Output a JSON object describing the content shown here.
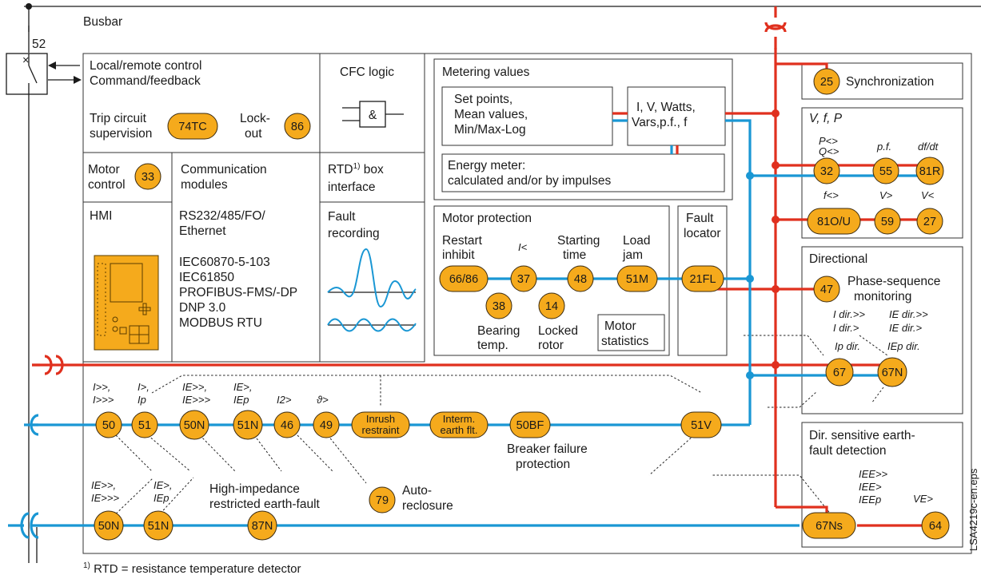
{
  "labels": {
    "busbar": "Busbar",
    "breaker_no": "52",
    "local_remote": "Local/remote control",
    "command_feedback": "Command/feedback",
    "cfc": "CFC logic",
    "trip1": "Trip circuit",
    "trip2": "supervision",
    "lock1": "Lock-",
    "lock2": "out",
    "metering": "Metering values",
    "setpoints1": "Set points,",
    "setpoints2": "Mean values,",
    "setpoints3": "Min/Max-Log",
    "ivw1": "I, V, Watts,",
    "ivw2": "Vars,p.f., f",
    "energy1": "Energy meter:",
    "energy2": "calculated and/or by impulses",
    "sync": "Synchronization",
    "vfp": "V, f, P",
    "pq1": "P<>",
    "pq2": "Q<>",
    "pf": "p.f.",
    "dfdt": "df/dt",
    "fneq": "f<>",
    "vgt": "V>",
    "vlt": "V<",
    "motor_control1": "Motor",
    "motor_control2": "control",
    "comm1": "Communication",
    "comm2": "modules",
    "rtd1": "RTD",
    "rtd_sup": "1)",
    "rtd2": " box",
    "rtd3": "interface",
    "hmi": "HMI",
    "rs232": "RS232/485/FO/",
    "ethernet": "Ethernet",
    "iec1": "IEC60870-5-103",
    "iec2": "IEC61850",
    "profibus": "PROFIBUS-FMS/-DP",
    "dnp": "DNP 3.0",
    "modbus": "MODBUS RTU",
    "fault_rec1": "Fault",
    "fault_rec2": "recording",
    "motor_prot": "Motor protection",
    "restart1": "Restart",
    "restart2": "inhibit",
    "ilt": "I<",
    "start1": "Starting",
    "start2": "time",
    "load1": "Load",
    "load2": "jam",
    "fault_loc1": "Fault",
    "fault_loc2": "locator",
    "bearing1": "Bearing",
    "bearing2": "temp.",
    "locked1": "Locked",
    "locked2": "rotor",
    "motor_stat1": "Motor",
    "motor_stat2": "statistics",
    "directional": "Directional",
    "phase_seq1": "Phase-sequence",
    "phase_seq2": "monitoring",
    "idir1": "I dir.>>",
    "idir2": "I dir.>",
    "iedir1": "IE dir.>>",
    "iedir2": "IE dir.>",
    "ipdir": "Ip dir.",
    "iepdir": "IEp dir.",
    "lbl50a": "I>>,",
    "lbl50b": "I>>>",
    "lbl51a": "I>,",
    "lbl51b": "Ip",
    "lbl50na": "IE>>,",
    "lbl50nb": "IE>>>",
    "lbl51na": "IE>,",
    "lbl51nb": "IEp",
    "lbl46": "I2>",
    "lbl49": "ϑ>",
    "breaker_fail1": "Breaker failure",
    "breaker_fail2": "protection",
    "hi_imp1": "High-impedance",
    "hi_imp2": "restricted earth-fault",
    "auto1": "Auto-",
    "auto2": "reclosure",
    "lbl50n2a": "IE>>,",
    "lbl50n2b": "IE>>>",
    "lbl51n2a": "IE>,",
    "lbl51n2b": "IEp",
    "dir_earth1": "Dir. sensitive earth-",
    "dir_earth2": "fault detection",
    "iee1": "IEE>>",
    "iee2": "IEE>",
    "iee3": "IEEp",
    "ve": "VE>",
    "footnote_sup": "1)",
    "footnote": " RTD = resistance temperature detector",
    "side_code": "LSA4219c-en.eps"
  },
  "nodes": {
    "n74TC": "74TC",
    "n86": "86",
    "n33": "33",
    "n25": "25",
    "n32": "32",
    "n55": "55",
    "n81R": "81R",
    "n81OU": "81O/U",
    "n59": "59",
    "n27": "27",
    "n6686": "66/86",
    "n37": "37",
    "n48": "48",
    "n51M": "51M",
    "n21FL": "21FL",
    "n38": "38",
    "n14": "14",
    "n47": "47",
    "n67": "67",
    "n67N": "67N",
    "n50": "50",
    "n51": "51",
    "n50N": "50N",
    "n51N": "51N",
    "n46": "46",
    "n49": "49",
    "inrush1": "Inrush",
    "inrush2": "restraint",
    "interm1": "Interm.",
    "interm2": "earth flt.",
    "n50BF": "50BF",
    "n51V": "51V",
    "n79": "79",
    "n50N2": "50N",
    "n51N2": "51N",
    "n87N": "87N",
    "n67Ns": "67Ns",
    "n64": "64",
    "and_gate": "&"
  },
  "colors": {
    "node_fill": "#f5aa1c",
    "red_line": "#e0301e",
    "blue_line": "#1a97d4"
  }
}
